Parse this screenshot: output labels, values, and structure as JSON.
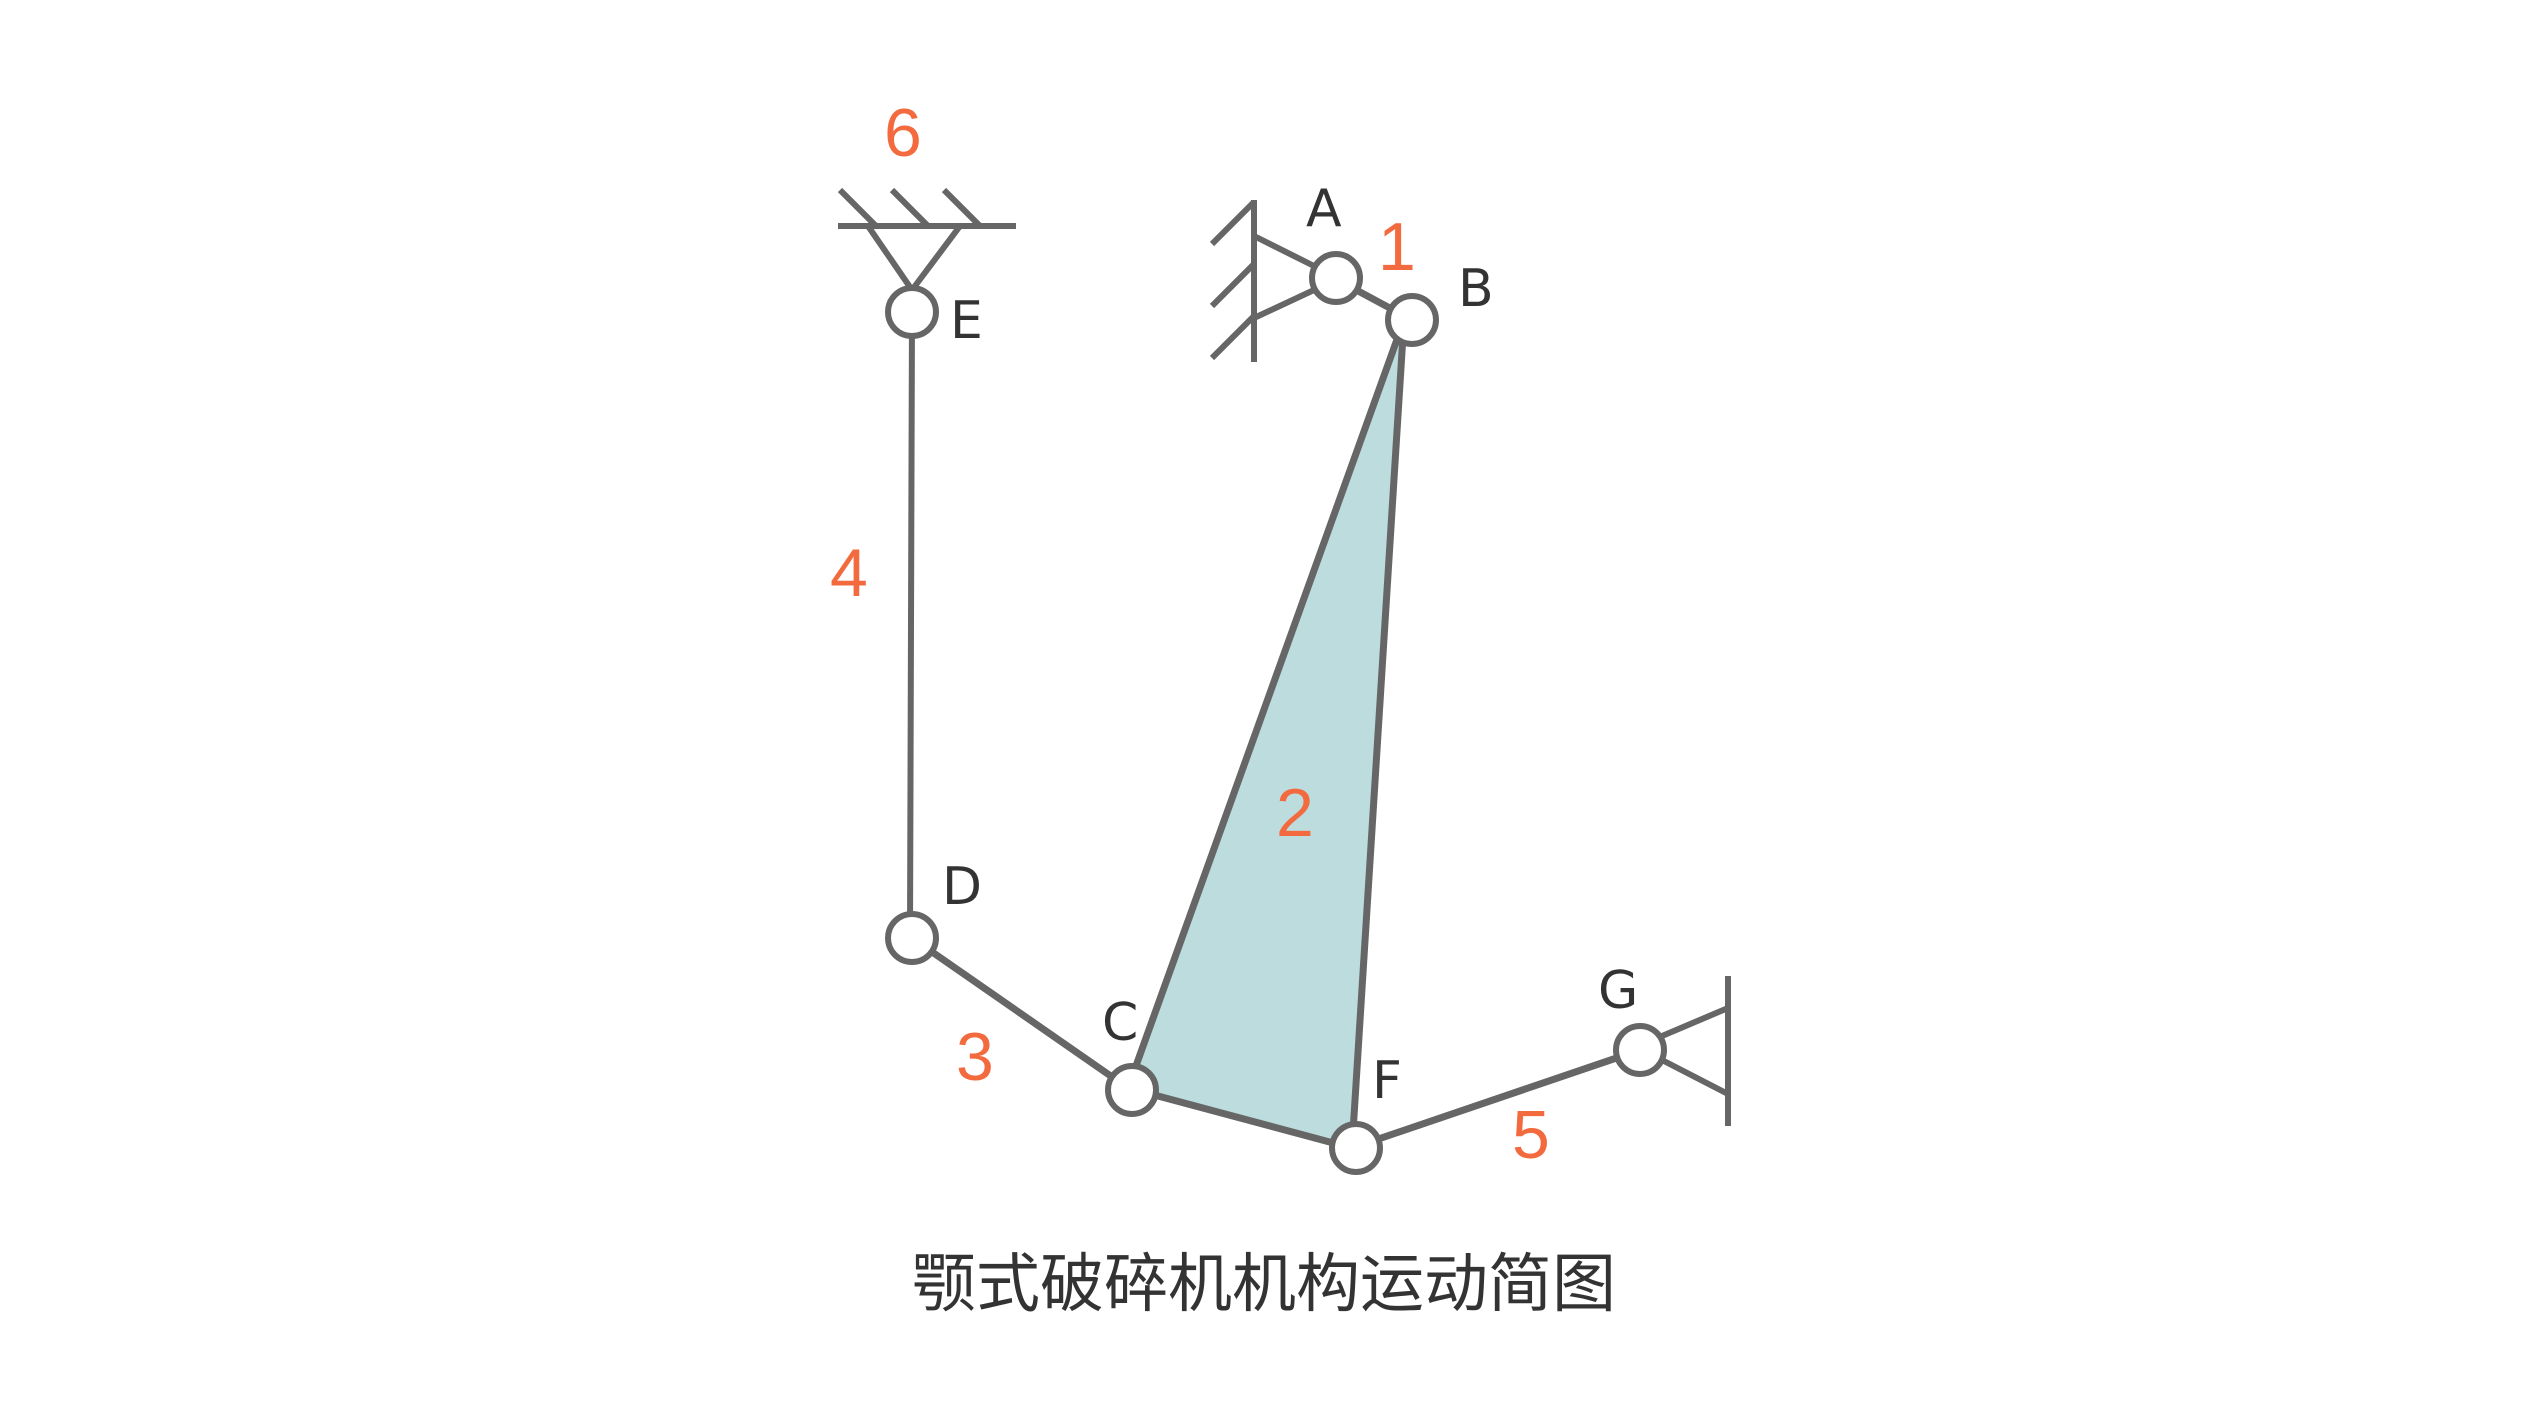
{
  "caption": "颚式破碎机机构运动简图",
  "colors": {
    "line": "#666666",
    "jaw_fill": "#bcdcde",
    "number": "#f26a3d",
    "label": "#333333",
    "background": "#ffffff"
  },
  "joints": {
    "A": "A",
    "B": "B",
    "C": "C",
    "D": "D",
    "E": "E",
    "F": "F",
    "G": "G"
  },
  "links": {
    "crank": "1",
    "jaw": "2",
    "link_cd": "3",
    "link_de": "4",
    "link_fg": "5",
    "frame": "6"
  }
}
